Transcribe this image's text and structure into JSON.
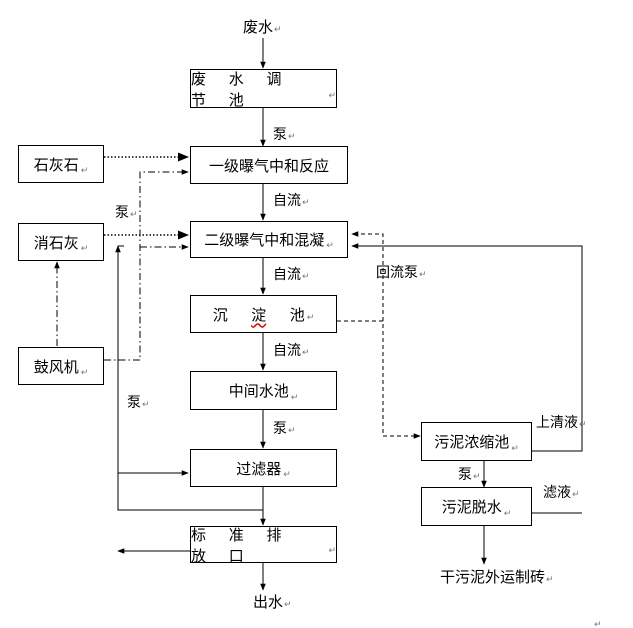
{
  "paragraph_mark": "↵",
  "nodes": {
    "wastewater": "废水",
    "regulating_tank": "废 水 调 节 池",
    "stage1": "一级曝气中和反应",
    "stage2": "二级曝气中和混凝",
    "sedimentation_a": "沉",
    "sedimentation_b": "淀",
    "sedimentation_c": "池",
    "intermediate_tank": "中间水池",
    "filter": "过滤器",
    "outfall": "标 准 排 放 口",
    "effluent": "出水",
    "limestone": "石灰石",
    "slaked_lime": "消石灰",
    "blower": "鼓风机",
    "sludge_thickener": "污泥浓缩池",
    "sludge_dewatering": "污泥脱水",
    "dry_sludge": "干污泥外运制砖"
  },
  "edge_labels": {
    "pump_1": "泵",
    "gravity_1": "自流",
    "gravity_2": "自流",
    "gravity_3": "自流",
    "pump_2": "泵",
    "pump_left_top": "泵",
    "pump_left_bottom": "泵",
    "return_pump": "回流泵",
    "supernatant": "上清液",
    "filtrate": "滤液",
    "pump_sludge": "泵"
  }
}
